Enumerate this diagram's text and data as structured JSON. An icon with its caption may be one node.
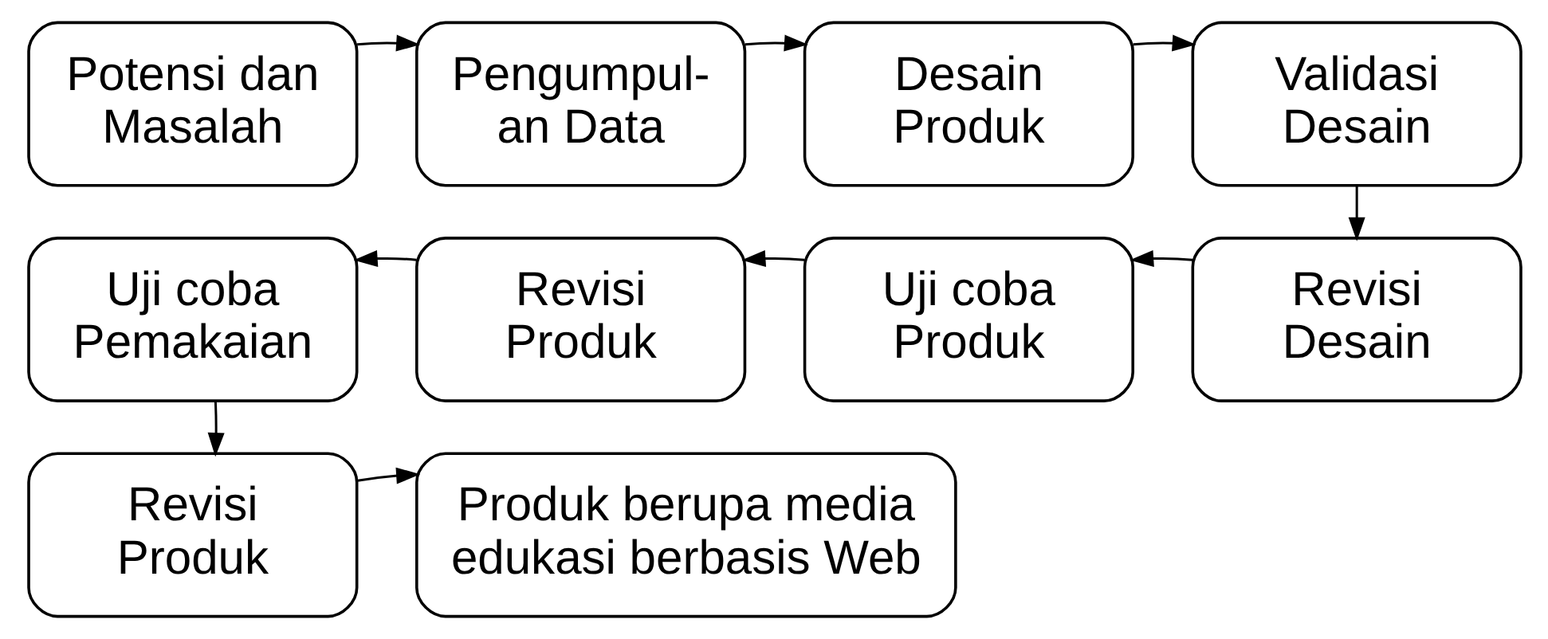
{
  "diagram": {
    "nodes": [
      {
        "text": [
          "Potensi dan Masalah"
        ]
      },
      {
        "text": [
          "Pengumpul- an Data"
        ]
      },
      {
        "text": [
          "Desain Produk"
        ]
      },
      {
        "text": [
          "Validasi Desain"
        ]
      },
      {
        "text": [
          "Revisi Desain"
        ]
      },
      {
        "text": [
          "Uji coba Produk"
        ]
      },
      {
        "text": [
          "Revisi Produk"
        ]
      },
      {
        "text": [
          "Uji coba Pemakaian"
        ]
      },
      {
        "text": [
          "Revisi Produk"
        ]
      },
      {
        "text": [
          "Produk berupa media edukasi berbasis Web"
        ]
      }
    ],
    "edges": [
      {
        "from": 0,
        "to": 1,
        "arrow": "to"
      },
      {
        "from": 1,
        "to": 2,
        "arrow": "to"
      },
      {
        "from": 2,
        "to": 3,
        "arrow": "to"
      },
      {
        "from": 3,
        "to": 4,
        "arrow": "to"
      },
      {
        "from": 4,
        "to": 5,
        "arrow": "to"
      },
      {
        "from": 5,
        "to": 6,
        "arrow": "to"
      },
      {
        "from": 6,
        "to": 7,
        "arrow": "to"
      },
      {
        "from": 7,
        "to": 8,
        "arrow": "to"
      },
      {
        "from": 8,
        "to": 9,
        "arrow": "to"
      }
    ]
  }
}
